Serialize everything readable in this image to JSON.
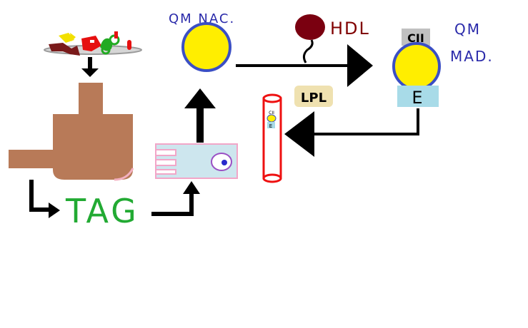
{
  "labels": {
    "qm_nascent": "QM  NAC.",
    "hdl": "HDL",
    "qm_mature_line1": "QM",
    "qm_mature_line2": "MAD.",
    "apo_c2": "CII",
    "apo_e": "E",
    "lpl": "LPL",
    "tag": "TAG",
    "mini_c2": "CII",
    "mini_e": "E"
  },
  "colors": {
    "background": "#ffffff",
    "label_blue": "#2a2aaa",
    "label_maroon": "#800000",
    "label_green": "#22aa33",
    "chylomicron_fill": "#ffee00",
    "chylomicron_border": "#3b4fc4",
    "hdl_fill": "#7a0010",
    "apo_c2_box": "#c0c0c0",
    "apo_e_box": "#a8dbe8",
    "lpl_badge": "#efe1b0",
    "intestine_brown": "#b87a58",
    "enterocyte_fill": "#cde6ee",
    "enterocyte_border": "#f2a6c8",
    "capillary_red": "#ee1111",
    "arrow_black": "#000000"
  },
  "icons": [
    "food-plate-icon",
    "intestine-icon",
    "enterocyte-icon",
    "capillary-icon",
    "hdl-particle-icon"
  ]
}
